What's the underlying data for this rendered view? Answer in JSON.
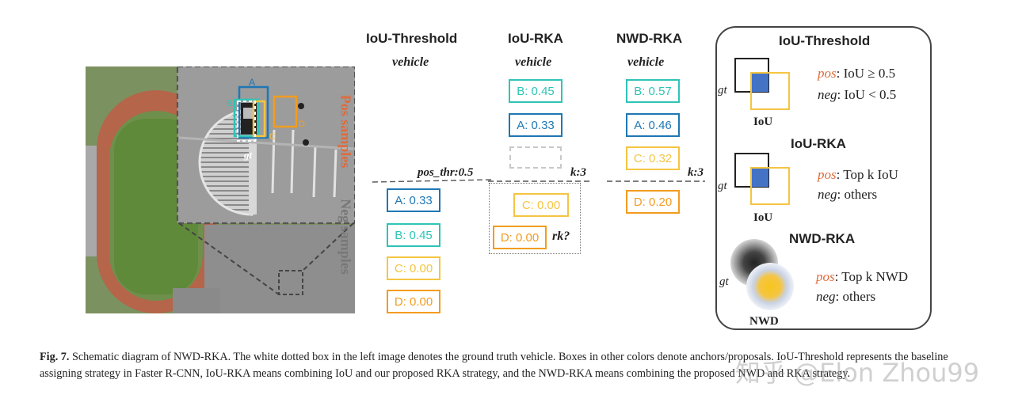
{
  "colors": {
    "A": "#1f77b4",
    "B": "#2ec4b6",
    "C": "#f5c542",
    "D": "#f39c1f",
    "pos_text": "#e06a3b",
    "neg_text": "#777777",
    "gt_fill": "#4472c4"
  },
  "image_labels": {
    "A": "A",
    "B": "B",
    "C": "C",
    "D": "D",
    "gt": "gt",
    "pos_samples": "Pos samples",
    "neg_samples": "Neg samples"
  },
  "columns": [
    {
      "title": "IoU-Threshold",
      "subtitle": "vehicle",
      "threshold": "pos_thr:0.5",
      "pos": [],
      "neg": [
        {
          "key": "A",
          "label": "A: 0.33"
        },
        {
          "key": "B",
          "label": "B: 0.45"
        },
        {
          "key": "C",
          "label": "C: 0.00"
        },
        {
          "key": "D",
          "label": "D: 0.00"
        }
      ]
    },
    {
      "title": "IoU-RKA",
      "subtitle": "vehicle",
      "threshold": "k:3",
      "pos": [
        {
          "key": "B",
          "label": "B: 0.45"
        },
        {
          "key": "A",
          "label": "A: 0.33"
        }
      ],
      "neg": [
        {
          "key": "C",
          "label": "C: 0.00"
        },
        {
          "key": "D",
          "label": "D: 0.00"
        }
      ],
      "rank_label": "rk?"
    },
    {
      "title": "NWD-RKA",
      "subtitle": "vehicle",
      "threshold": "k:3",
      "pos": [
        {
          "key": "B",
          "label": "B: 0.57"
        },
        {
          "key": "A",
          "label": "A: 0.46"
        },
        {
          "key": "C",
          "label": "C: 0.32"
        }
      ],
      "neg": [
        {
          "key": "D",
          "label": "D: 0.20"
        }
      ]
    }
  ],
  "legend": {
    "sections": [
      {
        "title": "IoU-Threshold",
        "diagram_label": "IoU",
        "gt": "gt",
        "pos_prefix": "pos",
        "pos_text": ": IoU ≥ 0.5",
        "neg_prefix": "neg",
        "neg_text": ": IoU < 0.5"
      },
      {
        "title": "IoU-RKA",
        "diagram_label": "IoU",
        "gt": "gt",
        "pos_prefix": "pos",
        "pos_text": ": Top k IoU",
        "neg_prefix": "neg",
        "neg_text": ": others"
      },
      {
        "title": "NWD-RKA",
        "diagram_label": "NWD",
        "gt": "gt",
        "pos_prefix": "pos",
        "pos_text": ": Top k NWD",
        "neg_prefix": "neg",
        "neg_text": ": others"
      }
    ]
  },
  "caption": {
    "label": "Fig. 7.",
    "text": " Schematic diagram of NWD-RKA. The white dotted box in the left image denotes the ground truth vehicle. Boxes in other colors denote anchors/proposals. IoU-Threshold represents the baseline assigning strategy in Faster R-CNN, IoU-RKA means combining IoU and our proposed RKA strategy, and the NWD-RKA means combining the proposed NWD and RKA strategy."
  },
  "watermark": "知乎 @Elon Zhou99"
}
